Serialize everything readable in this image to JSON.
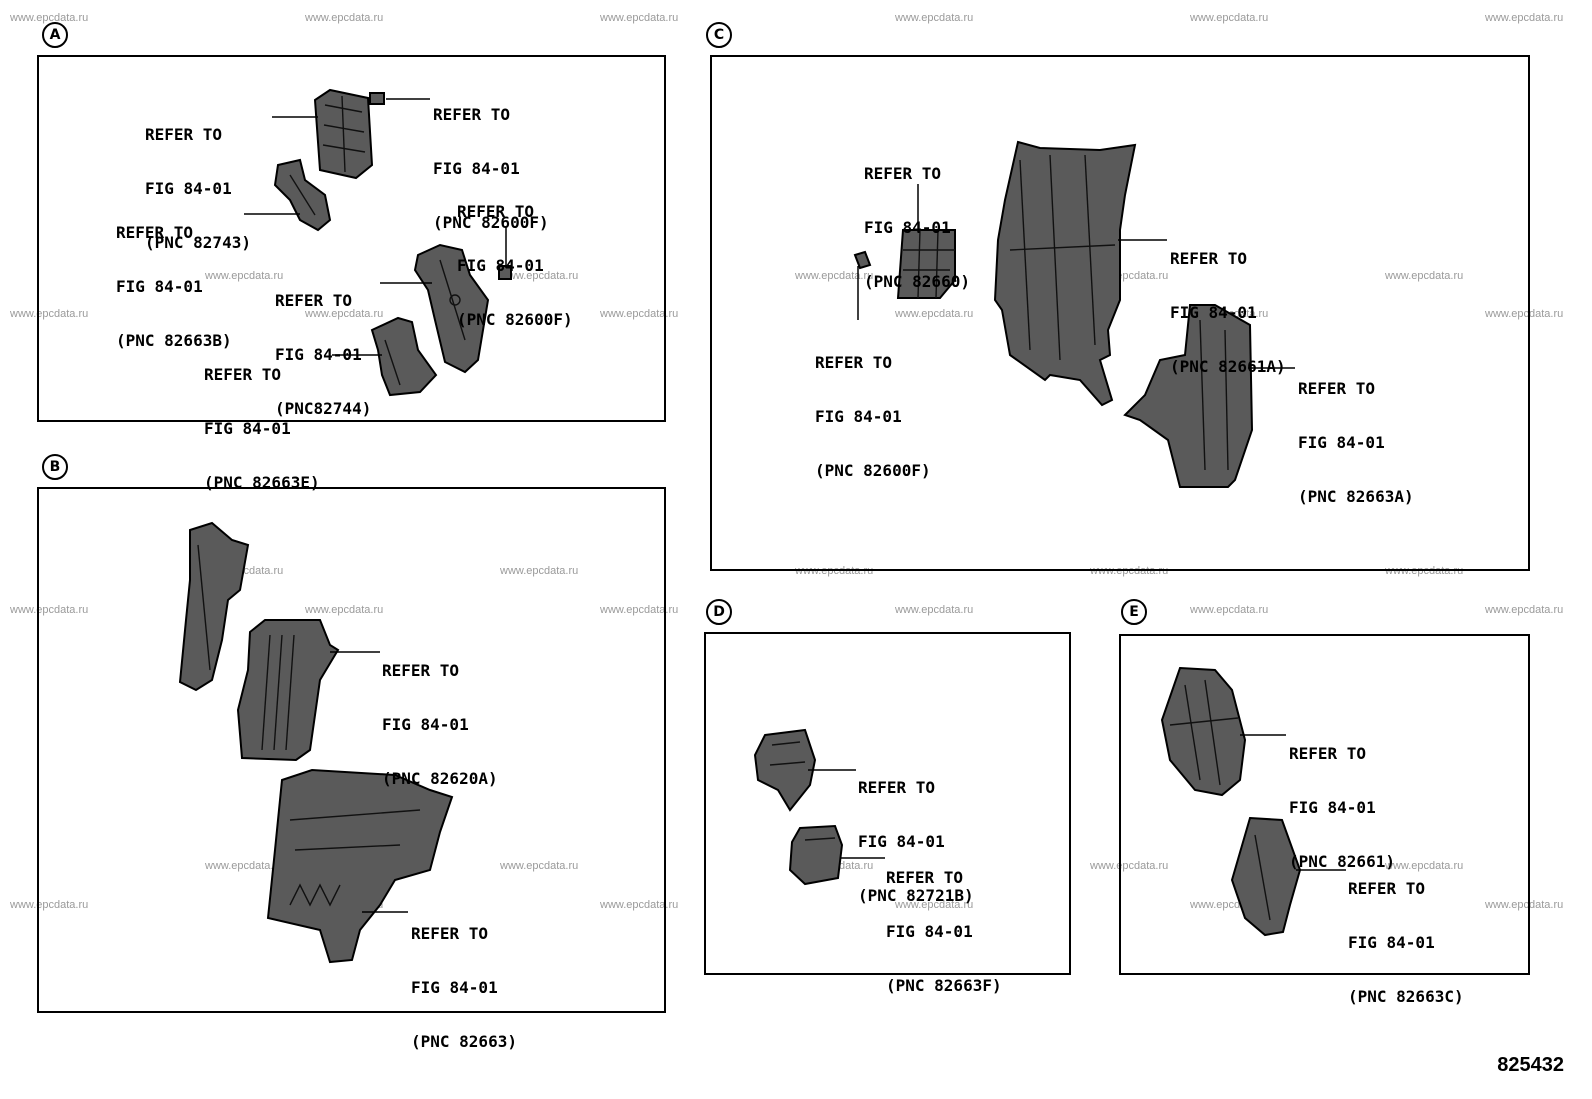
{
  "watermark": "www.epcdata.ru",
  "diagram_number": "825432",
  "panels": {
    "A": {
      "label": "A"
    },
    "B": {
      "label": "B"
    },
    "C": {
      "label": "C"
    },
    "D": {
      "label": "D"
    },
    "E": {
      "label": "E"
    }
  },
  "callouts": {
    "a1": {
      "l1": "REFER TO",
      "l2": "FIG 84-01",
      "l3": "(PNC 82743)"
    },
    "a2": {
      "l1": "REFER TO",
      "l2": "FIG 84-01",
      "l3": "(PNC 82600F)"
    },
    "a3": {
      "l1": "REFER TO",
      "l2": "FIG 84-01",
      "l3": "(PNC 82663B)"
    },
    "a4": {
      "l1": "REFER TO",
      "l2": "FIG 84-01",
      "l3": "(PNC 82600F)"
    },
    "a5": {
      "l1": "REFER TO",
      "l2": "FIG 84-01",
      "l3": "(PNC82744)"
    },
    "a6": {
      "l1": "REFER TO",
      "l2": "FIG 84-01",
      "l3": "(PNC 82663E)"
    },
    "b1": {
      "l1": "REFER TO",
      "l2": "FIG 84-01",
      "l3": "(PNC 82620A)"
    },
    "b2": {
      "l1": "REFER TO",
      "l2": "FIG 84-01",
      "l3": "(PNC 82663)"
    },
    "c1": {
      "l1": "REFER TO",
      "l2": "FIG 84-01",
      "l3": "(PNC 82660)"
    },
    "c2": {
      "l1": "REFER TO",
      "l2": "FIG 84-01",
      "l3": "(PNC 82661A)"
    },
    "c3": {
      "l1": "REFER TO",
      "l2": "FIG 84-01",
      "l3": "(PNC 82600F)"
    },
    "c4": {
      "l1": "REFER TO",
      "l2": "FIG 84-01",
      "l3": "(PNC 82663A)"
    },
    "d1": {
      "l1": "REFER TO",
      "l2": "FIG 84-01",
      "l3": "(PNC 82721B)"
    },
    "d2": {
      "l1": "REFER TO",
      "l2": "FIG 84-01",
      "l3": "(PNC 82663F)"
    },
    "e1": {
      "l1": "REFER TO",
      "l2": "FIG 84-01",
      "l3": "(PNC 82661)"
    },
    "e2": {
      "l1": "REFER TO",
      "l2": "FIG 84-01",
      "l3": "(PNC 82663C)"
    }
  }
}
